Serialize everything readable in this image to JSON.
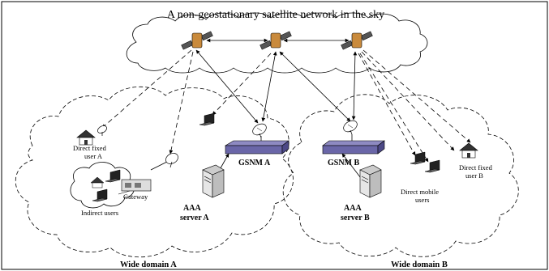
{
  "title": "A non-geostationary satellite network in the sky",
  "domain_a": {
    "name": "Wide domain A",
    "direct_fixed_user": [
      "Direct fixed",
      "user A"
    ],
    "gateway": "Gateway",
    "indirect_users": "Indirect users",
    "gsnm": "GSNM A",
    "aaa_server": [
      "AAA",
      "server A"
    ]
  },
  "domain_b": {
    "name": "Wide domain B",
    "gsnm": "GSNM B",
    "aaa_server": [
      "AAA",
      "server B"
    ],
    "direct_mobile_users": [
      "Direct mobile",
      "users"
    ],
    "direct_fixed_user": [
      "Direct fixed",
      "user B"
    ]
  },
  "colors": {
    "satellite_body": "#c98a3c",
    "satellite_panel": "#555555",
    "gsnm_device": "#6a66a8",
    "line": "#000000"
  }
}
